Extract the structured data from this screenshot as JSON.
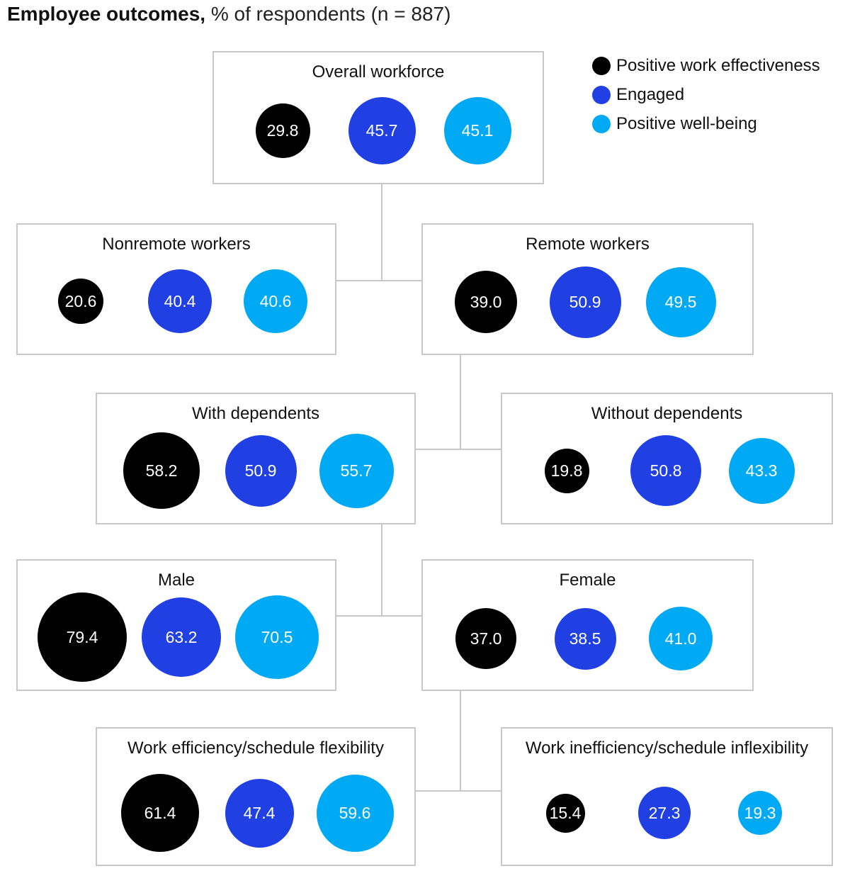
{
  "title": {
    "bold": "Employee outcomes,",
    "rest": " % of respondents (n = 887)"
  },
  "colors": {
    "effectiveness": "#000000",
    "engaged": "#2140e3",
    "wellbeing": "#00a9f4"
  },
  "legend": [
    {
      "label": "Positive work effectiveness",
      "color": "#000000"
    },
    {
      "label": "Engaged",
      "color": "#2140e3"
    },
    {
      "label": "Positive well-being",
      "color": "#00a9f4"
    }
  ],
  "groups": [
    {
      "label": "Overall workforce",
      "values": [
        29.8,
        45.7,
        45.1
      ]
    },
    {
      "label": "Nonremote workers",
      "values": [
        20.6,
        40.4,
        40.6
      ]
    },
    {
      "label": "Remote workers",
      "values": [
        39.0,
        50.9,
        49.5
      ]
    },
    {
      "label": "With dependents",
      "values": [
        58.2,
        50.9,
        55.7
      ]
    },
    {
      "label": "Without dependents",
      "values": [
        19.8,
        50.8,
        43.3
      ]
    },
    {
      "label": "Male",
      "values": [
        79.4,
        63.2,
        70.5
      ]
    },
    {
      "label": "Female",
      "values": [
        37.0,
        38.5,
        41.0
      ]
    },
    {
      "label": "Work efficiency/schedule flexibility",
      "values": [
        61.4,
        47.4,
        59.6
      ]
    },
    {
      "label": "Work inefficiency/schedule inflexibility",
      "values": [
        15.4,
        27.3,
        19.3
      ]
    }
  ]
}
